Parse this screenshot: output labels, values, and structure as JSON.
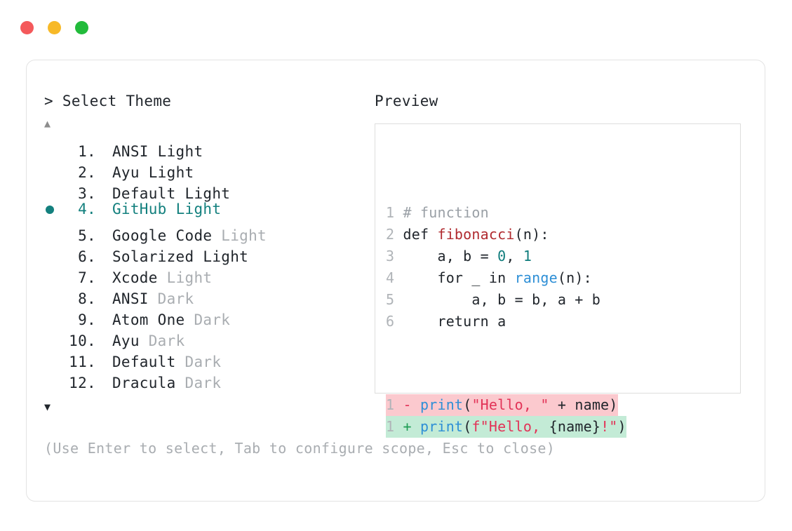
{
  "window": {
    "controls": [
      {
        "name": "close",
        "color": "#f4595b"
      },
      {
        "name": "minimize",
        "color": "#f7b928"
      },
      {
        "name": "maximize",
        "color": "#22bb3b"
      }
    ]
  },
  "prompt": {
    "marker": ">",
    "title": "Select Theme",
    "text": "> Select Theme"
  },
  "scroll": {
    "up_arrow": "▲",
    "down_arrow": "▼",
    "up_enabled": false,
    "down_enabled": true
  },
  "selection": {
    "bullet": "●",
    "selected_index": 4,
    "accent_color": "#13807e"
  },
  "themes": [
    {
      "index": "1.",
      "name": "ANSI",
      "variant": "Light",
      "variant_muted": false,
      "selected": false
    },
    {
      "index": "2.",
      "name": "Ayu",
      "variant": "Light",
      "variant_muted": false,
      "selected": false
    },
    {
      "index": "3.",
      "name": "Default",
      "variant": "Light",
      "variant_muted": false,
      "selected": false
    },
    {
      "index": "4.",
      "name": "GitHub",
      "variant": "Light",
      "variant_muted": false,
      "selected": true
    },
    {
      "index": "5.",
      "name": "Google Code",
      "variant": "Light",
      "variant_muted": true,
      "selected": false
    },
    {
      "index": "6.",
      "name": "Solarized",
      "variant": "Light",
      "variant_muted": false,
      "selected": false
    },
    {
      "index": "7.",
      "name": "Xcode",
      "variant": "Light",
      "variant_muted": true,
      "selected": false
    },
    {
      "index": "8.",
      "name": "ANSI",
      "variant": "Dark",
      "variant_muted": true,
      "selected": false
    },
    {
      "index": "9.",
      "name": "Atom One",
      "variant": "Dark",
      "variant_muted": true,
      "selected": false
    },
    {
      "index": "10.",
      "name": "Ayu",
      "variant": "Dark",
      "variant_muted": true,
      "selected": false
    },
    {
      "index": "11.",
      "name": "Default",
      "variant": "Dark",
      "variant_muted": true,
      "selected": false
    },
    {
      "index": "12.",
      "name": "Dracula",
      "variant": "Dark",
      "variant_muted": true,
      "selected": false
    }
  ],
  "hint": "(Use Enter to select, Tab to configure scope, Esc to close)",
  "preview": {
    "label": "Preview",
    "code_lines": [
      {
        "n": "1",
        "tokens": [
          {
            "t": "# function",
            "c": "comment"
          }
        ]
      },
      {
        "n": "2",
        "tokens": [
          {
            "t": "def ",
            "c": "kw"
          },
          {
            "t": "fibonacci",
            "c": "fn"
          },
          {
            "t": "(n):",
            "c": "plain"
          }
        ]
      },
      {
        "n": "3",
        "tokens": [
          {
            "t": "    a, b = ",
            "c": "plain"
          },
          {
            "t": "0",
            "c": "num"
          },
          {
            "t": ", ",
            "c": "plain"
          },
          {
            "t": "1",
            "c": "num"
          }
        ]
      },
      {
        "n": "4",
        "tokens": [
          {
            "t": "    for _ in ",
            "c": "plain"
          },
          {
            "t": "range",
            "c": "builtin"
          },
          {
            "t": "(n):",
            "c": "plain"
          }
        ]
      },
      {
        "n": "5",
        "tokens": [
          {
            "t": "        a, b = b, a + b",
            "c": "plain"
          }
        ]
      },
      {
        "n": "6",
        "tokens": [
          {
            "t": "    return a",
            "c": "plain"
          }
        ]
      }
    ],
    "diff_lines": [
      {
        "n": "1",
        "kind": "del",
        "marker": "-",
        "tokens": [
          {
            "t": "print",
            "c": "builtin"
          },
          {
            "t": "(",
            "c": "plain"
          },
          {
            "t": "\"Hello, \"",
            "c": "str"
          },
          {
            "t": " + name)",
            "c": "plain"
          }
        ]
      },
      {
        "n": "1",
        "kind": "add",
        "marker": "+",
        "tokens": [
          {
            "t": "print",
            "c": "builtin"
          },
          {
            "t": "(",
            "c": "plain"
          },
          {
            "t": "f\"Hello, ",
            "c": "str"
          },
          {
            "t": "{name}",
            "c": "fname"
          },
          {
            "t": "!\"",
            "c": "str"
          },
          {
            "t": ")",
            "c": "plain"
          }
        ]
      }
    ]
  }
}
